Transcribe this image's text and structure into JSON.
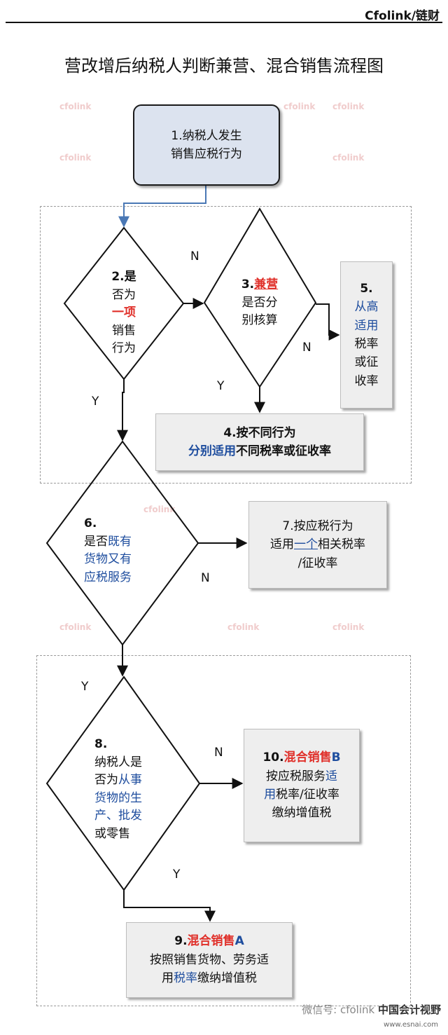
{
  "header": {
    "brand": "Cfolink/链财",
    "title": "营改增后纳税人判断兼营、混合销售流程图"
  },
  "watermark": {
    "text": "cfolink",
    "footer": "微信号: cfolink",
    "logo_text": "中国会计视野",
    "logo_url": "www.esnai.com"
  },
  "nodes": {
    "n1": {
      "line1": "1.纳税人发生",
      "line2": "销售应税行为"
    },
    "n2": {
      "l1": "2.是",
      "l2": "否为",
      "l3": "一项",
      "l4": "销售",
      "l5": "行为"
    },
    "n3": {
      "num": "3.",
      "emph": "兼营",
      "l2": "是否分",
      "l3": "别核算"
    },
    "n4": {
      "line1": "4.按不同行为",
      "blue": "分别适用",
      "rest": "不同税率或征收率"
    },
    "n5": {
      "num": "5.",
      "b1": "从高",
      "b2": "适用",
      "l3": "税率",
      "l4": "或征",
      "l5": "收率"
    },
    "n6": {
      "num": "6.",
      "l1": "是否",
      "b1": "既有",
      "b2": "货物又有",
      "b3": "应税服务"
    },
    "n7": {
      "pre1": "7.按应税行为",
      "pre2": "适用",
      "blue": "一个",
      "post2": "相关税率",
      "l3": "/征收率"
    },
    "n8": {
      "num": "8.",
      "l1": "纳税人是",
      "l2": "否为",
      "b2": "从事",
      "b3": "货物的生",
      "b4": "产、批发",
      "l5": "或零售"
    },
    "n9": {
      "num": "9.",
      "red": "混合销售",
      "letter": "A",
      "l2": "按照销售货物、劳务适",
      "l3a": "用",
      "blue": "税率",
      "l3b": "缴纳增值税"
    },
    "n10": {
      "num": "10.",
      "red": "混合销售",
      "letter": "B",
      "l2a": "按应税服务",
      "b2": "适",
      "b3": "用",
      "l3": "税率/征收率",
      "l4": "缴纳增值税"
    }
  },
  "labels": {
    "n23": "N",
    "n35": "N",
    "y24": "Y",
    "y26": "Y",
    "n67": "N",
    "y68": "Y",
    "n810": "N",
    "y89": "Y"
  }
}
